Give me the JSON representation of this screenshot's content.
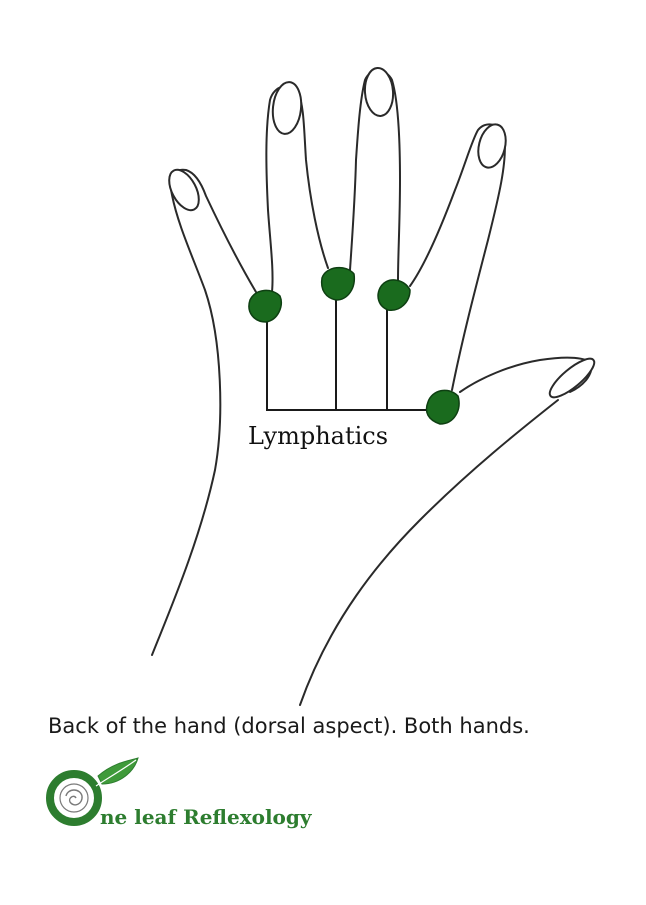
{
  "diagram": {
    "label": "Lymphatics",
    "caption": "Back of the hand (dorsal aspect).  Both hands.",
    "colors": {
      "point": "#1a6b1e",
      "outline": "#2a2a2a",
      "brand": "#2d7d2f"
    }
  },
  "logo": {
    "text": "ne leaf Reflexology"
  }
}
